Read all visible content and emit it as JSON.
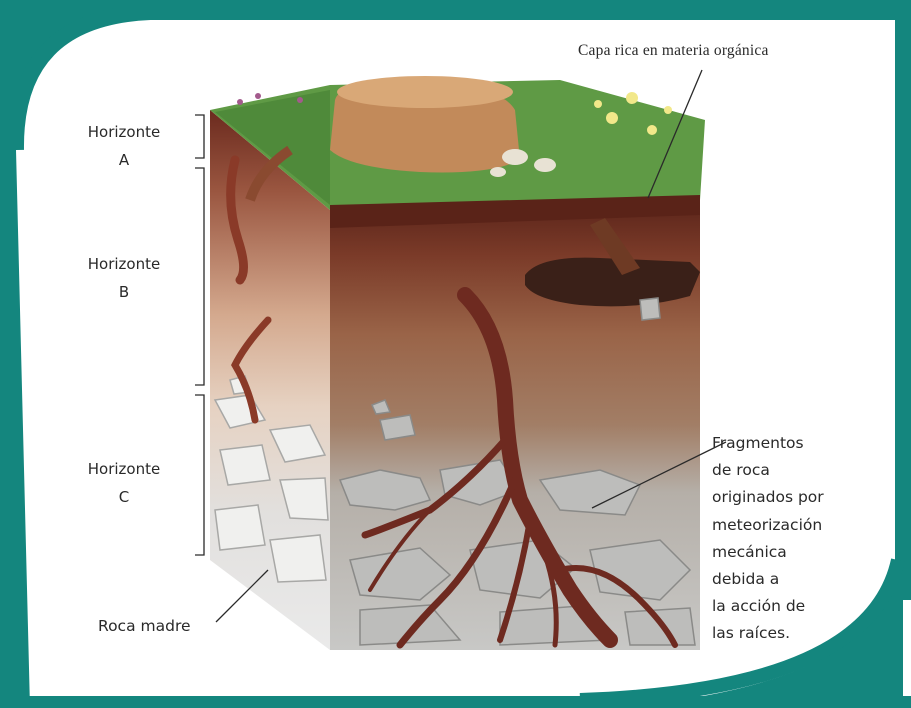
{
  "labels": {
    "horizon_a": {
      "line1": "Horizonte",
      "line2": "A"
    },
    "horizon_b": {
      "line1": "Horizonte",
      "line2": "B"
    },
    "horizon_c": {
      "line1": "Horizonte",
      "line2": "C"
    },
    "organic_layer": "Capa rica en materia orgánica",
    "rock_fragments": [
      "Fragmentos",
      "de roca",
      "originados por",
      "meteorización",
      "mecánica",
      "debida a",
      "la acción de",
      "las raíces."
    ],
    "bedrock": "Roca madre"
  },
  "colors": {
    "frame": "#14867e",
    "grass": "#5f9a45",
    "topsoil": "#6b2e1e",
    "subsoil": "#a8734f",
    "rock": "#c9c9c7",
    "root": "#6e2a20"
  }
}
